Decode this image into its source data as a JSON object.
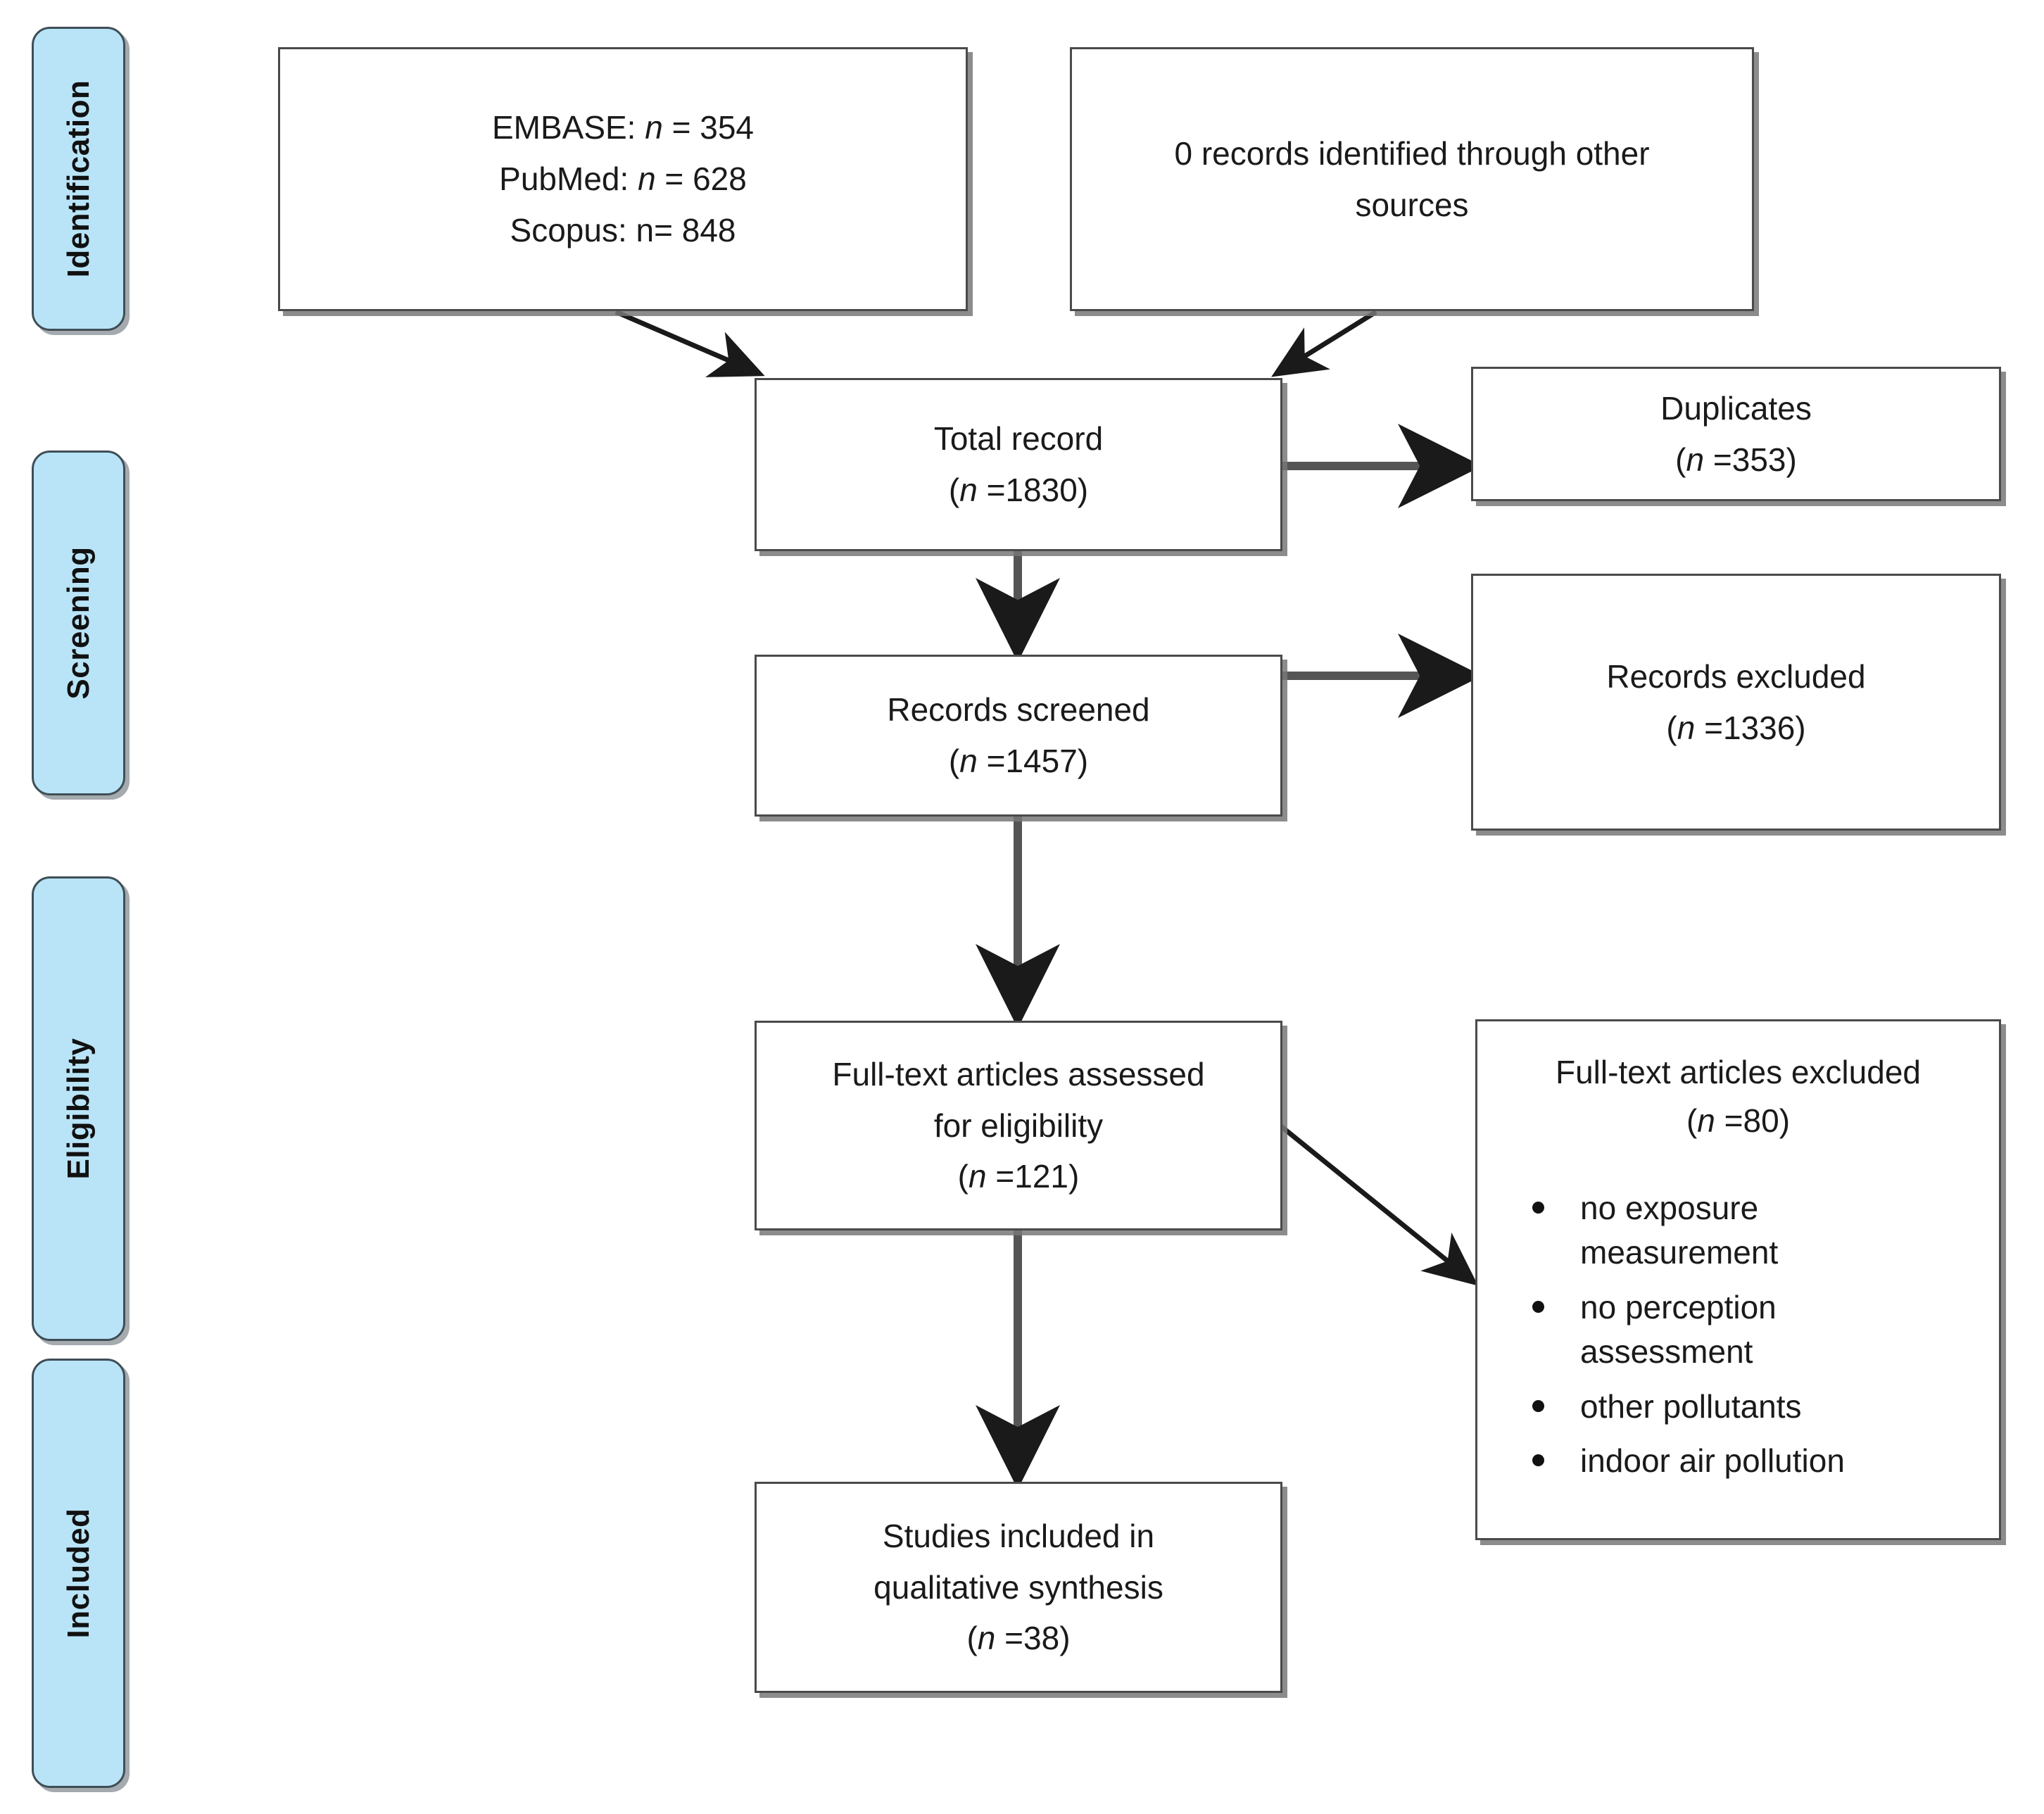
{
  "diagram": {
    "type": "prisma-flow-diagram",
    "title": "PRISMA study selection flow diagram",
    "colors": {
      "stage_fill": "#b9e4f7",
      "stage_border": "#3f4e56",
      "box_border": "#4a4a4a",
      "box_fill": "#ffffff",
      "text": "#1a1a1a",
      "arrow": "#1a1a1a",
      "page_background": "#ffffff"
    }
  },
  "stages": [
    {
      "id": "identification",
      "label": "Identification"
    },
    {
      "id": "screening",
      "label": "Screening"
    },
    {
      "id": "eligibility",
      "label": "Eligibility"
    },
    {
      "id": "included",
      "label": "Included"
    }
  ],
  "boxes": {
    "databases": {
      "name": "database-search-results",
      "lines": [
        {
          "prefix": "EMBASE: ",
          "italic_n": "n",
          "suffix": " = 354"
        },
        {
          "prefix": "PubMed: ",
          "italic_n": "n",
          "suffix": " = 628"
        },
        {
          "prefix": "Scopus: n= 848",
          "italic_n": "",
          "suffix": ""
        }
      ],
      "line_texts": [
        "EMBASE: n = 354",
        "PubMed: n = 628",
        "Scopus: n= 848"
      ]
    },
    "other_sources": {
      "name": "other-sources-records",
      "line_texts": [
        "0 records identified through other",
        "sources"
      ]
    },
    "total_record": {
      "name": "total-records",
      "label": "Total record",
      "count_prefix": "(",
      "count_italic": "n",
      "count_suffix": " =1830)",
      "count_text": "(n =1830)"
    },
    "duplicates": {
      "name": "duplicates",
      "label": "Duplicates",
      "count_italic": "n",
      "count_suffix": " =353)",
      "count_text": "(n =353)"
    },
    "records_screened": {
      "name": "records-screened",
      "label": "Records screened",
      "count_italic": "n",
      "count_suffix": " =1457)",
      "count_text": "(n =1457)"
    },
    "records_excluded": {
      "name": "records-excluded",
      "label": "Records excluded",
      "count_italic": "n",
      "count_suffix": " =1336)",
      "count_text": "(n =1336)"
    },
    "fulltext_assessed": {
      "name": "fulltext-assessed",
      "line1": "Full-text articles assessed",
      "line2": "for eligibility",
      "count_italic": "n",
      "count_suffix": " =121)",
      "count_text": "(n =121)"
    },
    "fulltext_excluded": {
      "name": "fulltext-excluded",
      "heading": "Full-text articles excluded",
      "count_italic": "n",
      "count_suffix": " =80)",
      "count_text": "(n =80)",
      "reasons": [
        "no exposure measurement",
        "no perception assessment",
        "other pollutants",
        "indoor air pollution"
      ],
      "reasons_wrapped": [
        [
          "no exposure",
          "measurement"
        ],
        [
          "no perception",
          "assessment"
        ],
        [
          "other pollutants"
        ],
        [
          "indoor air pollution"
        ]
      ]
    },
    "studies_included": {
      "name": "studies-included",
      "line1": "Studies included in",
      "line2": "qualitative synthesis",
      "count_italic": "n",
      "count_suffix": " =38)",
      "count_text": "(n =38)"
    }
  },
  "chart_data": {
    "type": "flow",
    "title": "PRISMA flow diagram",
    "nodes": [
      {
        "id": "embase",
        "label": "EMBASE",
        "n": 354
      },
      {
        "id": "pubmed",
        "label": "PubMed",
        "n": 628
      },
      {
        "id": "scopus",
        "label": "Scopus",
        "n": 848
      },
      {
        "id": "other",
        "label": "records identified through other sources",
        "n": 0
      },
      {
        "id": "total",
        "label": "Total record",
        "n": 1830
      },
      {
        "id": "dupes",
        "label": "Duplicates",
        "n": 353
      },
      {
        "id": "screened",
        "label": "Records screened",
        "n": 1457
      },
      {
        "id": "excluded",
        "label": "Records excluded",
        "n": 1336
      },
      {
        "id": "fulltext",
        "label": "Full-text articles assessed for eligibility",
        "n": 121
      },
      {
        "id": "ftexcl",
        "label": "Full-text articles excluded",
        "n": 80
      },
      {
        "id": "included",
        "label": "Studies included in qualitative synthesis",
        "n": 38
      }
    ],
    "edges": [
      {
        "from": "databases",
        "to": "total"
      },
      {
        "from": "other",
        "to": "total"
      },
      {
        "from": "total",
        "to": "dupes"
      },
      {
        "from": "total",
        "to": "screened"
      },
      {
        "from": "screened",
        "to": "excluded"
      },
      {
        "from": "screened",
        "to": "fulltext"
      },
      {
        "from": "fulltext",
        "to": "ftexcl"
      },
      {
        "from": "fulltext",
        "to": "included"
      }
    ]
  }
}
